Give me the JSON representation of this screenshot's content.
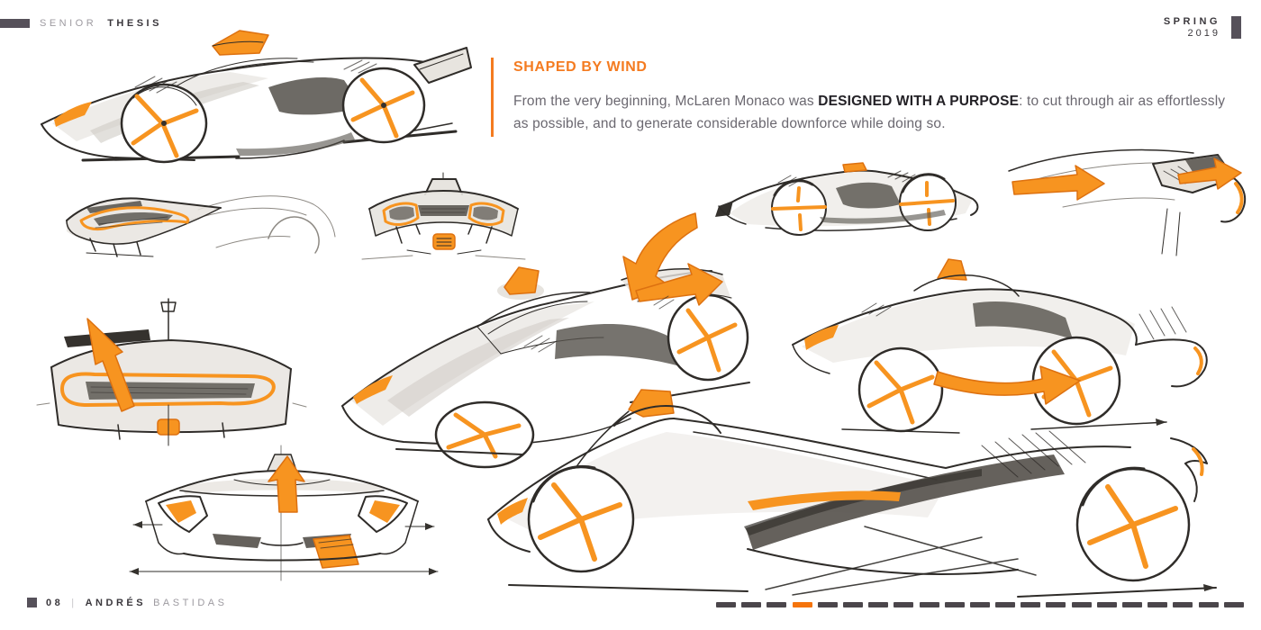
{
  "page": {
    "colors": {
      "page_bg": "#ffffff",
      "accent": "#F47B20",
      "accent_bright": "#F79420",
      "accent_deep": "#DD7110",
      "bar_gray": "#56515A",
      "text_dark": "#3A373C",
      "text_light": "#9D9AA0",
      "body_text": "#6B6870",
      "ink": "#2F2C29",
      "dash": "#4B464B",
      "dash_active": "#F5740C"
    }
  },
  "header": {
    "series_label_light": "SENIOR",
    "series_label_bold": "THESIS",
    "term_label": "SPRING",
    "term_year": "2019"
  },
  "intro": {
    "title": "SHAPED BY WIND",
    "body_before": "From the very beginning, McLaren Monaco was ",
    "body_bold": "DESIGNED WITH A PURPOSE",
    "body_after": ": to cut through air as effortlessly as possible, and to generate considerable downforce while doing so."
  },
  "footer": {
    "page_number": "08",
    "divider": "|",
    "author_first": "ANDRÉS",
    "author_last": "BASTIDAS"
  },
  "pagination": {
    "count": 21,
    "active_index": 3
  },
  "sketches": [
    {
      "name": "sketch-hero-front-three-quarter",
      "description": "Marker sketch, front three-quarter view of McLaren Monaco speedster with orange canopy intake, orange wheel spokes and rear wing"
    },
    {
      "name": "sketch-rear-three-quarter",
      "description": "Light marker sketch, rear three-quarter view with orange taillight trim"
    },
    {
      "name": "sketch-rear-view",
      "description": "Rear view sketch with orange-ringed outlets and orange exhaust detail"
    },
    {
      "name": "sketch-side-profile-small",
      "description": "Small side profile sketch with orange wheel cross spokes"
    },
    {
      "name": "sketch-aero-wing-detail",
      "description": "Rear wing aero detail sketch with two orange airflow arrows pointing right"
    },
    {
      "name": "sketch-rear-view-airflow",
      "description": "Rear view sketch with orange taillight band and large orange arrow pointing up-left"
    },
    {
      "name": "sketch-front-three-quarter-large",
      "description": "Large front three-quarter sketch with orange snorkel and curved orange airflow arrows over the rear deck"
    },
    {
      "name": "sketch-side-three-quarter-airflow",
      "description": "Side three-quarter sketch with orange canopy and orange airflow arrow along the rocker panel"
    },
    {
      "name": "sketch-front-view-dimensions",
      "description": "Front view sketch with orange up arrow, dimension lines and orange lower duct"
    },
    {
      "name": "sketch-side-profile-large",
      "description": "Large side profile sketch with orange canopy, orange wheel spokes and dark side blade"
    }
  ]
}
